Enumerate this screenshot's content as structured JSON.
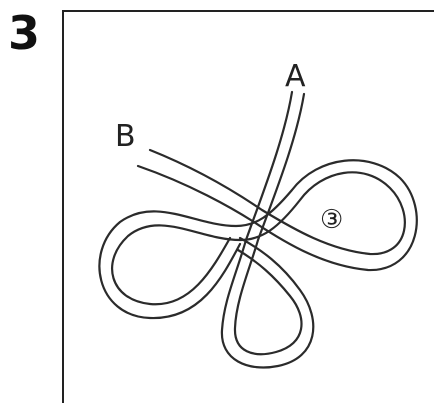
{
  "step": {
    "number": "3"
  },
  "diagram": {
    "label_a": "A",
    "label_b": "B",
    "callout": "③",
    "rope_color": "#2b2b2b"
  }
}
